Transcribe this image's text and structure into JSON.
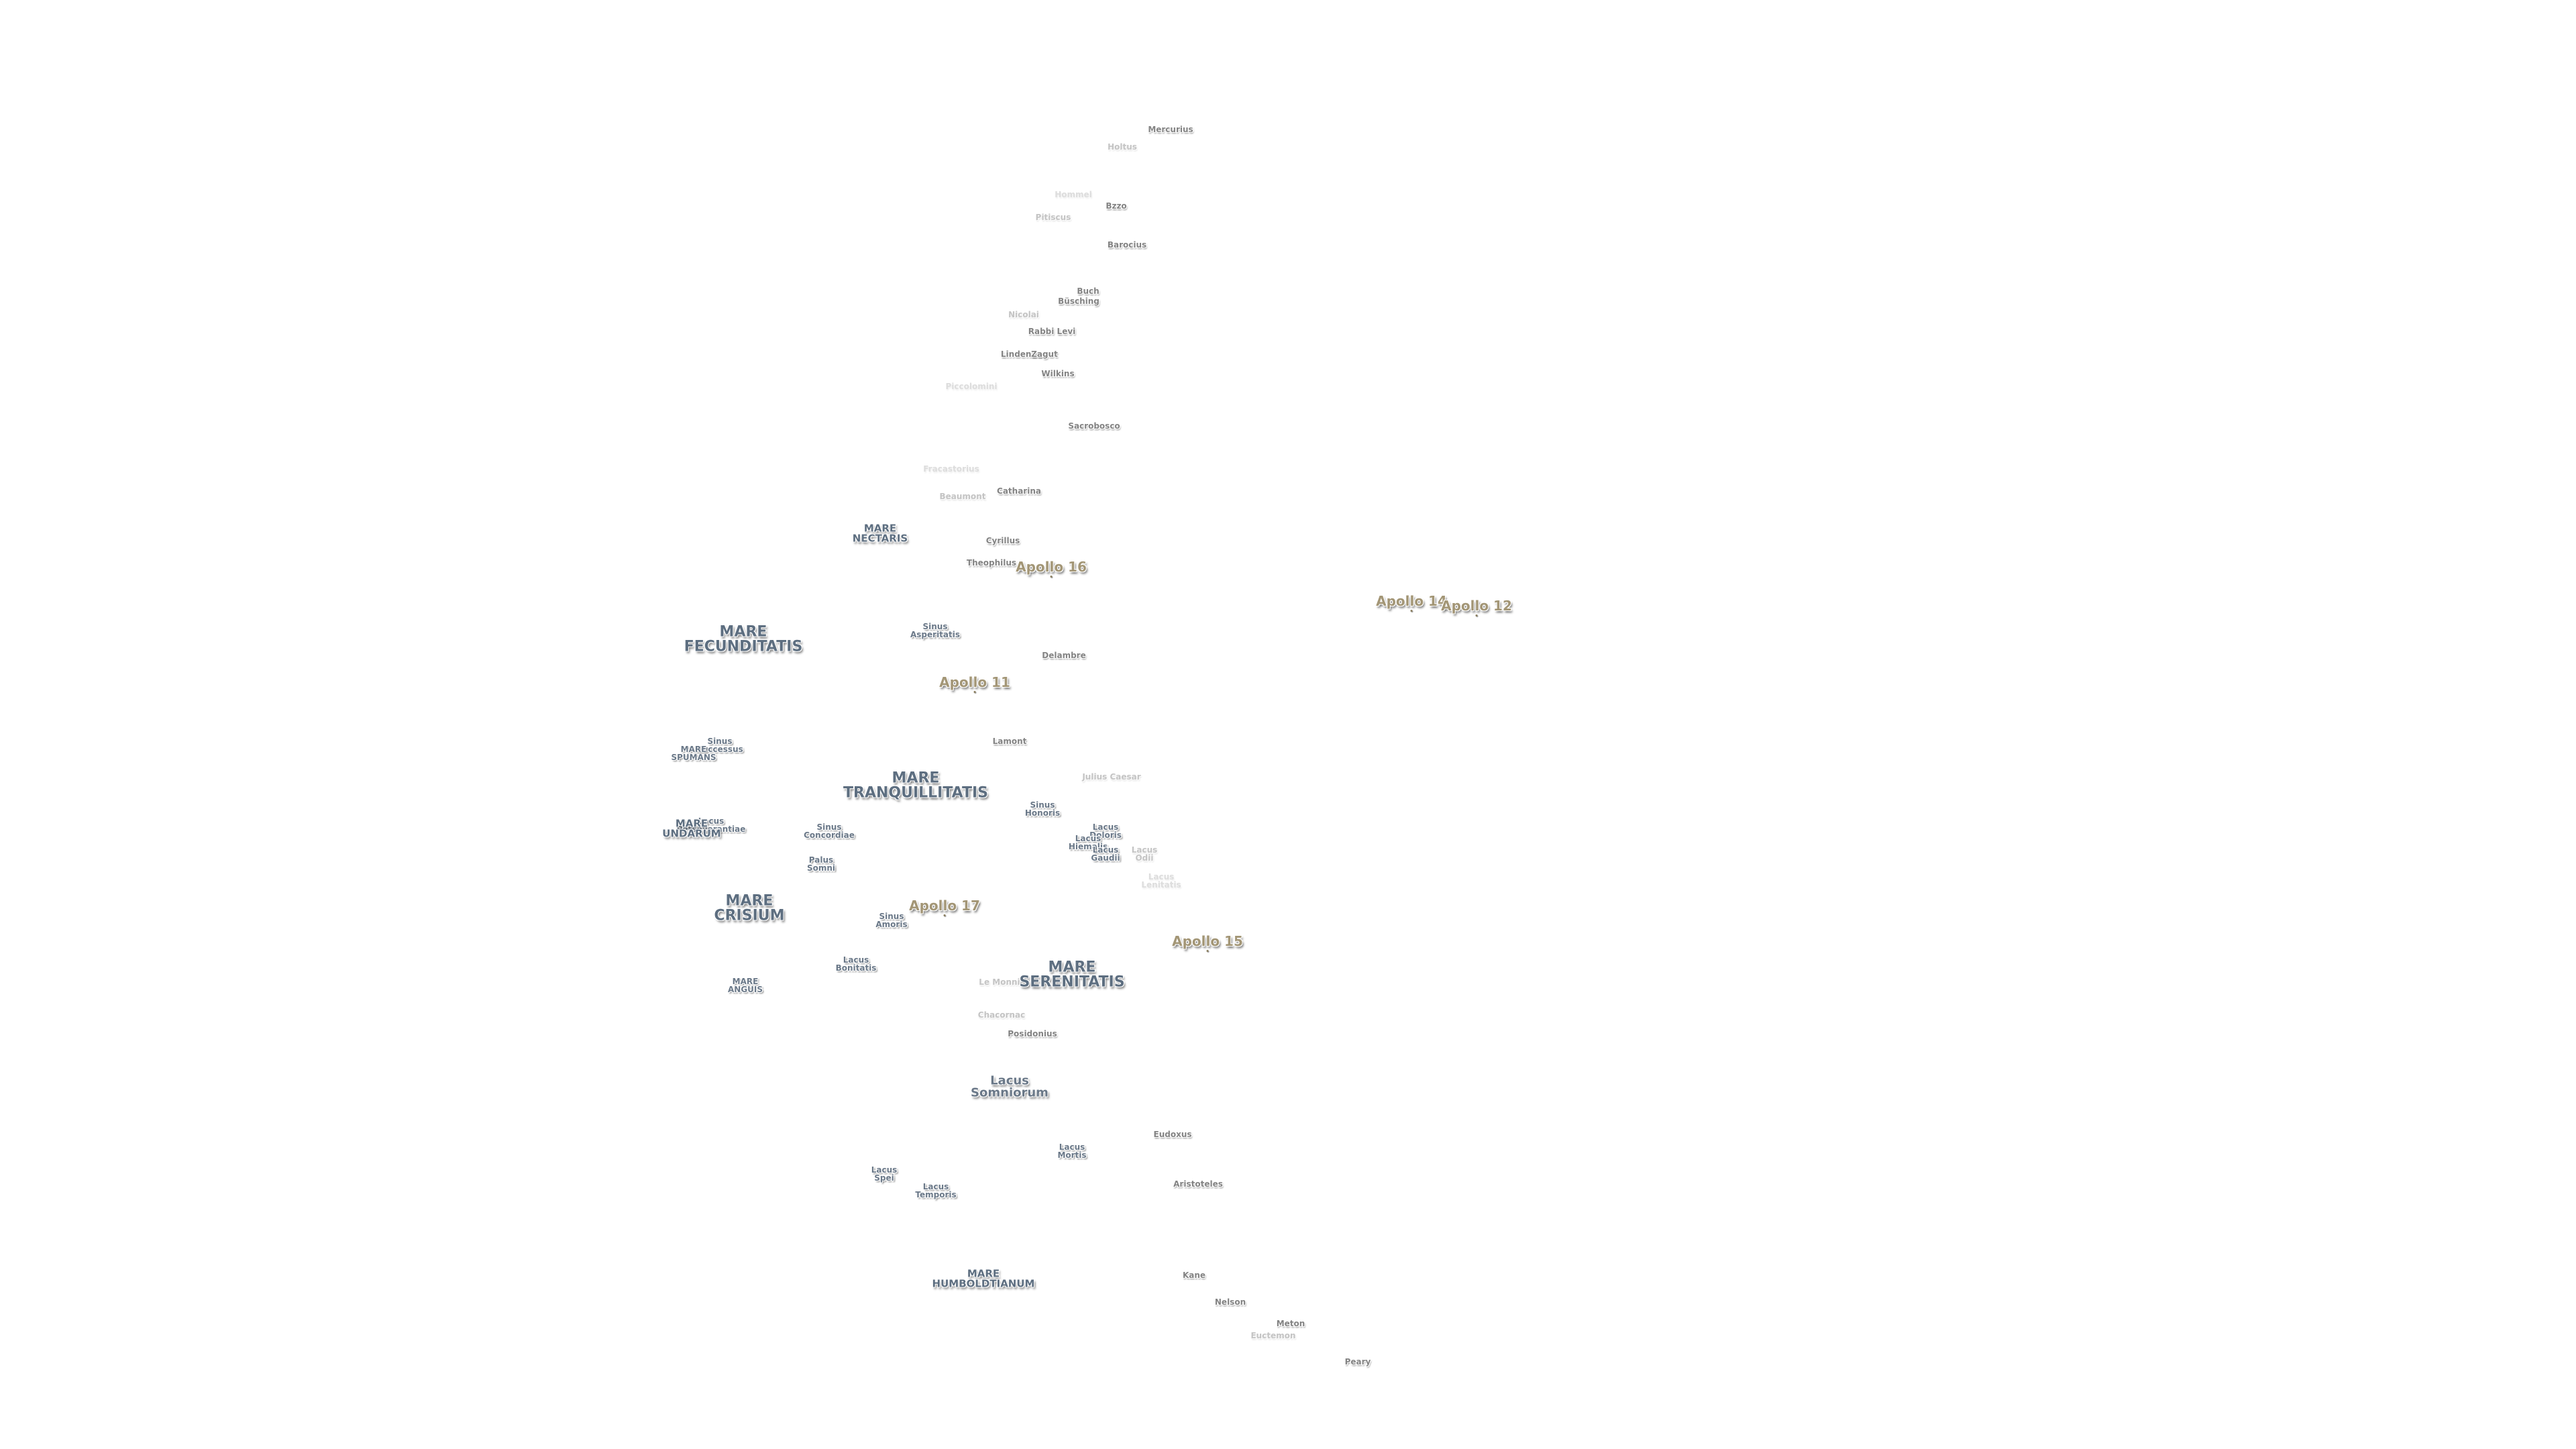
{
  "map": {
    "features": [
      {
        "id": "mercurius",
        "label": "Mercurius",
        "kind": "crater"
      },
      {
        "id": "holtus",
        "label": "Holtus",
        "kind": "crater-f"
      },
      {
        "id": "hommel",
        "label": "Hommel",
        "kind": "crater-ff"
      },
      {
        "id": "bzzo",
        "label": "Bzzo",
        "kind": "crater"
      },
      {
        "id": "pitiscus",
        "label": "Pitiscus",
        "kind": "crater-f"
      },
      {
        "id": "barocius",
        "label": "Barocius",
        "kind": "crater"
      },
      {
        "id": "buch",
        "label": "Buch",
        "kind": "crater"
      },
      {
        "id": "busching",
        "label": "Büsching",
        "kind": "crater"
      },
      {
        "id": "nicolai",
        "label": "Nicolai",
        "kind": "crater-f"
      },
      {
        "id": "rabbi-levi",
        "label": "Rabbi Levi",
        "kind": "crater"
      },
      {
        "id": "lindenau",
        "label": "Lindenau",
        "kind": "crater"
      },
      {
        "id": "zagut",
        "label": "Zagut",
        "kind": "crater"
      },
      {
        "id": "wilkins",
        "label": "Wilkins",
        "kind": "crater"
      },
      {
        "id": "piccolomini",
        "label": "Piccolomini",
        "kind": "crater-ff"
      },
      {
        "id": "sacrobosco",
        "label": "Sacrobosco",
        "kind": "crater"
      },
      {
        "id": "fracastorius",
        "label": "Fracastorius",
        "kind": "crater-ff"
      },
      {
        "id": "beaumont",
        "label": "Beaumont",
        "kind": "crater-f"
      },
      {
        "id": "catharina",
        "label": "Catharina",
        "kind": "crater"
      },
      {
        "id": "mare-nectaris",
        "label": "MARE\nNECTARIS",
        "kind": "mare-s"
      },
      {
        "id": "cyrillus",
        "label": "Cyrillus",
        "kind": "crater"
      },
      {
        "id": "theophilus",
        "label": "Theophilus",
        "kind": "crater"
      },
      {
        "id": "mare-fecunditatis",
        "label": "MARE\nFECUNDITATIS",
        "kind": "mare"
      },
      {
        "id": "sinus-asperitatis",
        "label": "Sinus\nAsperitatis",
        "kind": "sinus"
      },
      {
        "id": "delambre",
        "label": "Delambre",
        "kind": "crater"
      },
      {
        "id": "sinus-successus",
        "label": "Sinus\nSuccessus",
        "kind": "sinus"
      },
      {
        "id": "mare-spumans",
        "label": "MARE\nSPUMANS",
        "kind": "sinus"
      },
      {
        "id": "lamont",
        "label": "Lamont",
        "kind": "crater"
      },
      {
        "id": "julius-caesar",
        "label": "Julius Caesar",
        "kind": "crater-f"
      },
      {
        "id": "mare-tranquillitatis",
        "label": "MARE\nTRANQUILLITATIS",
        "kind": "mare"
      },
      {
        "id": "sinus-honoris",
        "label": "Sinus\nHonoris",
        "kind": "sinus"
      },
      {
        "id": "lacus-perseverantiae",
        "label": "Lacus\nPerseverantiae",
        "kind": "sinus"
      },
      {
        "id": "mare-undarum",
        "label": "MARE\nUNDARUM",
        "kind": "mare-s"
      },
      {
        "id": "sinus-concordiae",
        "label": "Sinus\nConcordiae",
        "kind": "sinus"
      },
      {
        "id": "lacus-doloris",
        "label": "Lacus\nDoloris",
        "kind": "sinus"
      },
      {
        "id": "lacus-hiemalis",
        "label": "Lacus\nHiemalis",
        "kind": "sinus"
      },
      {
        "id": "lacus-gaudii",
        "label": "Lacus\nGaudii",
        "kind": "sinus"
      },
      {
        "id": "lacus-odii",
        "label": "Lacus\nOdii",
        "kind": "crater-f"
      },
      {
        "id": "lacus-lenitatis",
        "label": "Lacus\nLenitatis",
        "kind": "crater-ff"
      },
      {
        "id": "palus-somni",
        "label": "Palus\nSomni",
        "kind": "sinus"
      },
      {
        "id": "mare-crisium",
        "label": "MARE\nCRISIUM",
        "kind": "mare"
      },
      {
        "id": "sinus-amoris",
        "label": "Sinus\nAmoris",
        "kind": "sinus"
      },
      {
        "id": "lacus-bonitatis",
        "label": "Lacus\nBonitatis",
        "kind": "sinus"
      },
      {
        "id": "mare-anguis",
        "label": "MARE\nANGUIS",
        "kind": "sinus"
      },
      {
        "id": "le-monnier",
        "label": "Le Monnier",
        "kind": "crater-f"
      },
      {
        "id": "mare-serenitatis",
        "label": "MARE\nSERENITATIS",
        "kind": "mare"
      },
      {
        "id": "chacornac",
        "label": "Chacornac",
        "kind": "crater-f"
      },
      {
        "id": "posidonius",
        "label": "Posidonius",
        "kind": "crater"
      },
      {
        "id": "lacus-somniorum",
        "label": "Lacus\nSomniorum",
        "kind": "lacus"
      },
      {
        "id": "eudoxus",
        "label": "Eudoxus",
        "kind": "crater"
      },
      {
        "id": "lacus-mortis",
        "label": "Lacus\nMortis",
        "kind": "sinus"
      },
      {
        "id": "lacus-spei",
        "label": "Lacus\nSpei",
        "kind": "sinus"
      },
      {
        "id": "lacus-temporis",
        "label": "Lacus\nTemporis",
        "kind": "sinus"
      },
      {
        "id": "aristoteles",
        "label": "Aristoteles",
        "kind": "crater"
      },
      {
        "id": "mare-humboldtianum",
        "label": "MARE\nHUMBOLDTIANUM",
        "kind": "mare-s"
      },
      {
        "id": "kane",
        "label": "Kane",
        "kind": "crater"
      },
      {
        "id": "nelson",
        "label": "Nelson",
        "kind": "crater"
      },
      {
        "id": "meton",
        "label": "Meton",
        "kind": "crater"
      },
      {
        "id": "euctemon",
        "label": "Euctemon",
        "kind": "crater-f"
      },
      {
        "id": "peary",
        "label": "Peary",
        "kind": "crater"
      }
    ],
    "landing_sites": [
      {
        "id": "apollo-16",
        "label": "Apollo 16"
      },
      {
        "id": "apollo-14",
        "label": "Apollo 14"
      },
      {
        "id": "apollo-12",
        "label": "Apollo 12"
      },
      {
        "id": "apollo-11",
        "label": "Apollo 11"
      },
      {
        "id": "apollo-17",
        "label": "Apollo 17"
      },
      {
        "id": "apollo-15",
        "label": "Apollo 15"
      }
    ]
  }
}
